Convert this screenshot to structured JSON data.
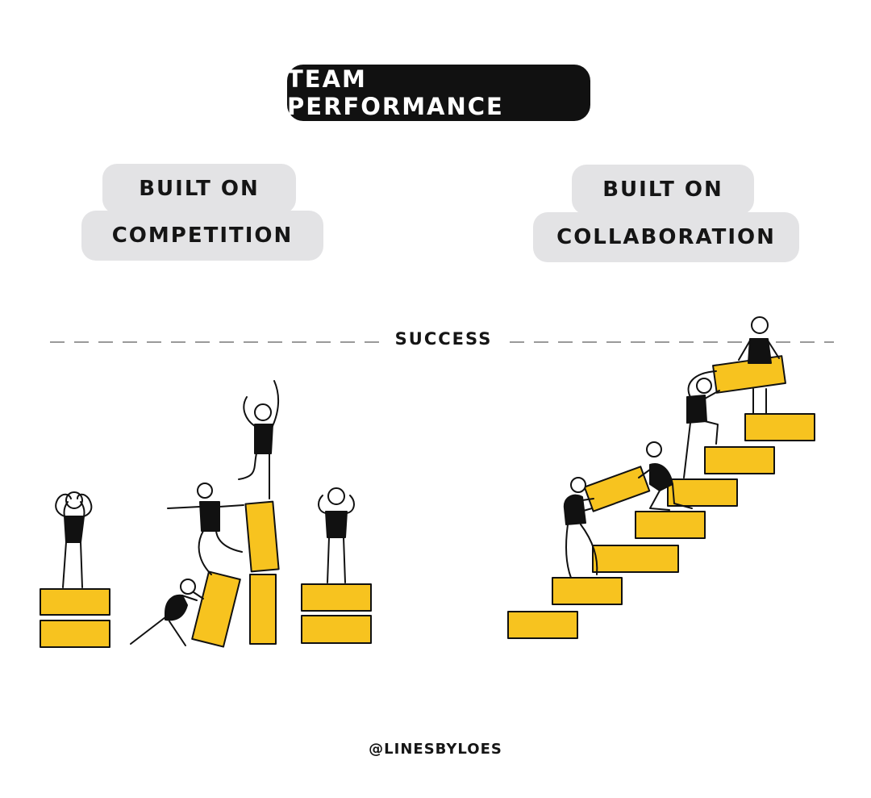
{
  "title": "TEAM PERFORMANCE",
  "competition": {
    "line1": "BUILT ON",
    "line2": "COMPETITION"
  },
  "collaboration": {
    "line1": "BUILT ON",
    "line2": "COLLABORATION"
  },
  "success_label": "SUCCESS",
  "credit": "@LINESBYLOES",
  "colors": {
    "block_yellow": "#f7c31f",
    "ink": "#111111",
    "pill_gray": "#e3e3e5",
    "dashed_line": "#9a9a9a"
  }
}
